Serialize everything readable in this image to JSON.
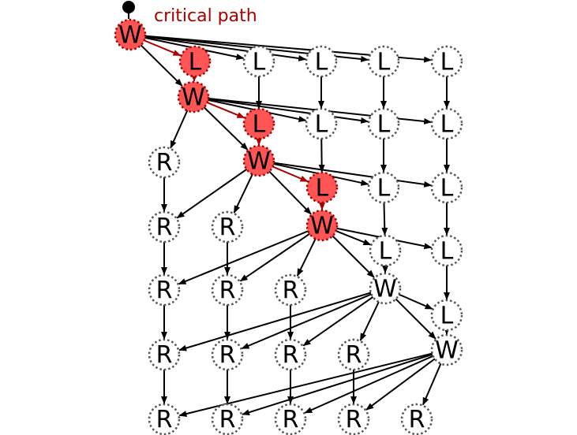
{
  "legend": {
    "label": "critical path",
    "color": "#aa0000"
  },
  "colors": {
    "critical_fill": "#ff5555",
    "critical_edge": "#aa0000",
    "edge": "#000000",
    "node_border": "#555555"
  },
  "nodes": [
    {
      "id": "w1",
      "label": "W",
      "critical": true
    },
    {
      "id": "l11",
      "label": "L",
      "critical": true
    },
    {
      "id": "l12",
      "label": "L",
      "critical": false
    },
    {
      "id": "l13",
      "label": "L",
      "critical": false
    },
    {
      "id": "l14",
      "label": "L",
      "critical": false
    },
    {
      "id": "l15",
      "label": "L",
      "critical": false
    },
    {
      "id": "w2",
      "label": "W",
      "critical": true
    },
    {
      "id": "l22",
      "label": "L",
      "critical": true
    },
    {
      "id": "l23",
      "label": "L",
      "critical": false
    },
    {
      "id": "l24",
      "label": "L",
      "critical": false
    },
    {
      "id": "l25",
      "label": "L",
      "critical": false
    },
    {
      "id": "r1",
      "label": "R",
      "critical": false
    },
    {
      "id": "w3",
      "label": "W",
      "critical": true
    },
    {
      "id": "l33",
      "label": "L",
      "critical": true
    },
    {
      "id": "l34",
      "label": "L",
      "critical": false
    },
    {
      "id": "l35",
      "label": "L",
      "critical": false
    },
    {
      "id": "r21",
      "label": "R",
      "critical": false
    },
    {
      "id": "r22",
      "label": "R",
      "critical": false
    },
    {
      "id": "w4",
      "label": "W",
      "critical": true
    },
    {
      "id": "l44",
      "label": "L",
      "critical": false
    },
    {
      "id": "l45",
      "label": "L",
      "critical": false
    },
    {
      "id": "r31",
      "label": "R",
      "critical": false
    },
    {
      "id": "r32",
      "label": "R",
      "critical": false
    },
    {
      "id": "r33",
      "label": "R",
      "critical": false
    },
    {
      "id": "w5",
      "label": "W",
      "critical": false
    },
    {
      "id": "l55",
      "label": "L",
      "critical": false
    },
    {
      "id": "r41",
      "label": "R",
      "critical": false
    },
    {
      "id": "r42",
      "label": "R",
      "critical": false
    },
    {
      "id": "r43",
      "label": "R",
      "critical": false
    },
    {
      "id": "r44",
      "label": "R",
      "critical": false
    },
    {
      "id": "w6",
      "label": "W",
      "critical": false
    },
    {
      "id": "r51",
      "label": "R",
      "critical": false
    },
    {
      "id": "r52",
      "label": "R",
      "critical": false
    },
    {
      "id": "r53",
      "label": "R",
      "critical": false
    },
    {
      "id": "r54",
      "label": "R",
      "critical": false
    },
    {
      "id": "r55",
      "label": "R",
      "critical": false
    }
  ],
  "edges": [
    {
      "from": "w1",
      "to": "l11",
      "critical": true
    },
    {
      "from": "w1",
      "to": "l12",
      "critical": false
    },
    {
      "from": "w1",
      "to": "l13",
      "critical": false
    },
    {
      "from": "w1",
      "to": "l14",
      "critical": false
    },
    {
      "from": "w1",
      "to": "l15",
      "critical": false
    },
    {
      "from": "w1",
      "to": "w2",
      "critical": false
    },
    {
      "from": "l11",
      "to": "w2",
      "critical": true
    },
    {
      "from": "l12",
      "to": "l22",
      "critical": false
    },
    {
      "from": "l13",
      "to": "l23",
      "critical": false
    },
    {
      "from": "l14",
      "to": "l24",
      "critical": false
    },
    {
      "from": "l15",
      "to": "l25",
      "critical": false
    },
    {
      "from": "w2",
      "to": "l22",
      "critical": true
    },
    {
      "from": "w2",
      "to": "l23",
      "critical": false
    },
    {
      "from": "w2",
      "to": "l24",
      "critical": false
    },
    {
      "from": "w2",
      "to": "l25",
      "critical": false
    },
    {
      "from": "w2",
      "to": "r1",
      "critical": false
    },
    {
      "from": "w2",
      "to": "w3",
      "critical": false
    },
    {
      "from": "l22",
      "to": "w3",
      "critical": true
    },
    {
      "from": "l23",
      "to": "l33",
      "critical": false
    },
    {
      "from": "l24",
      "to": "l34",
      "critical": false
    },
    {
      "from": "l25",
      "to": "l35",
      "critical": false
    },
    {
      "from": "r1",
      "to": "r21",
      "critical": false
    },
    {
      "from": "w3",
      "to": "l33",
      "critical": true
    },
    {
      "from": "w3",
      "to": "l34",
      "critical": false
    },
    {
      "from": "w3",
      "to": "l35",
      "critical": false
    },
    {
      "from": "w3",
      "to": "r21",
      "critical": false
    },
    {
      "from": "w3",
      "to": "r22",
      "critical": false
    },
    {
      "from": "w3",
      "to": "w4",
      "critical": false
    },
    {
      "from": "l33",
      "to": "w4",
      "critical": true
    },
    {
      "from": "l34",
      "to": "l44",
      "critical": false
    },
    {
      "from": "l35",
      "to": "l45",
      "critical": false
    },
    {
      "from": "r21",
      "to": "r31",
      "critical": false
    },
    {
      "from": "r22",
      "to": "r32",
      "critical": false
    },
    {
      "from": "w4",
      "to": "l44",
      "critical": false
    },
    {
      "from": "w4",
      "to": "l45",
      "critical": false
    },
    {
      "from": "w4",
      "to": "r31",
      "critical": false
    },
    {
      "from": "w4",
      "to": "r32",
      "critical": false
    },
    {
      "from": "w4",
      "to": "r33",
      "critical": false
    },
    {
      "from": "w4",
      "to": "w5",
      "critical": false
    },
    {
      "from": "l44",
      "to": "w5",
      "critical": false
    },
    {
      "from": "l45",
      "to": "l55",
      "critical": false
    },
    {
      "from": "r31",
      "to": "r41",
      "critical": false
    },
    {
      "from": "r32",
      "to": "r42",
      "critical": false
    },
    {
      "from": "r33",
      "to": "r43",
      "critical": false
    },
    {
      "from": "w5",
      "to": "l55",
      "critical": false
    },
    {
      "from": "w5",
      "to": "r41",
      "critical": false
    },
    {
      "from": "w5",
      "to": "r42",
      "critical": false
    },
    {
      "from": "w5",
      "to": "r43",
      "critical": false
    },
    {
      "from": "w5",
      "to": "r44",
      "critical": false
    },
    {
      "from": "w5",
      "to": "w6",
      "critical": false
    },
    {
      "from": "l55",
      "to": "w6",
      "critical": false
    },
    {
      "from": "r41",
      "to": "r51",
      "critical": false
    },
    {
      "from": "r42",
      "to": "r52",
      "critical": false
    },
    {
      "from": "r43",
      "to": "r53",
      "critical": false
    },
    {
      "from": "r44",
      "to": "r54",
      "critical": false
    },
    {
      "from": "w6",
      "to": "r51",
      "critical": false
    },
    {
      "from": "w6",
      "to": "r52",
      "critical": false
    },
    {
      "from": "w6",
      "to": "r53",
      "critical": false
    },
    {
      "from": "w6",
      "to": "r54",
      "critical": false
    },
    {
      "from": "w6",
      "to": "r55",
      "critical": false
    }
  ]
}
